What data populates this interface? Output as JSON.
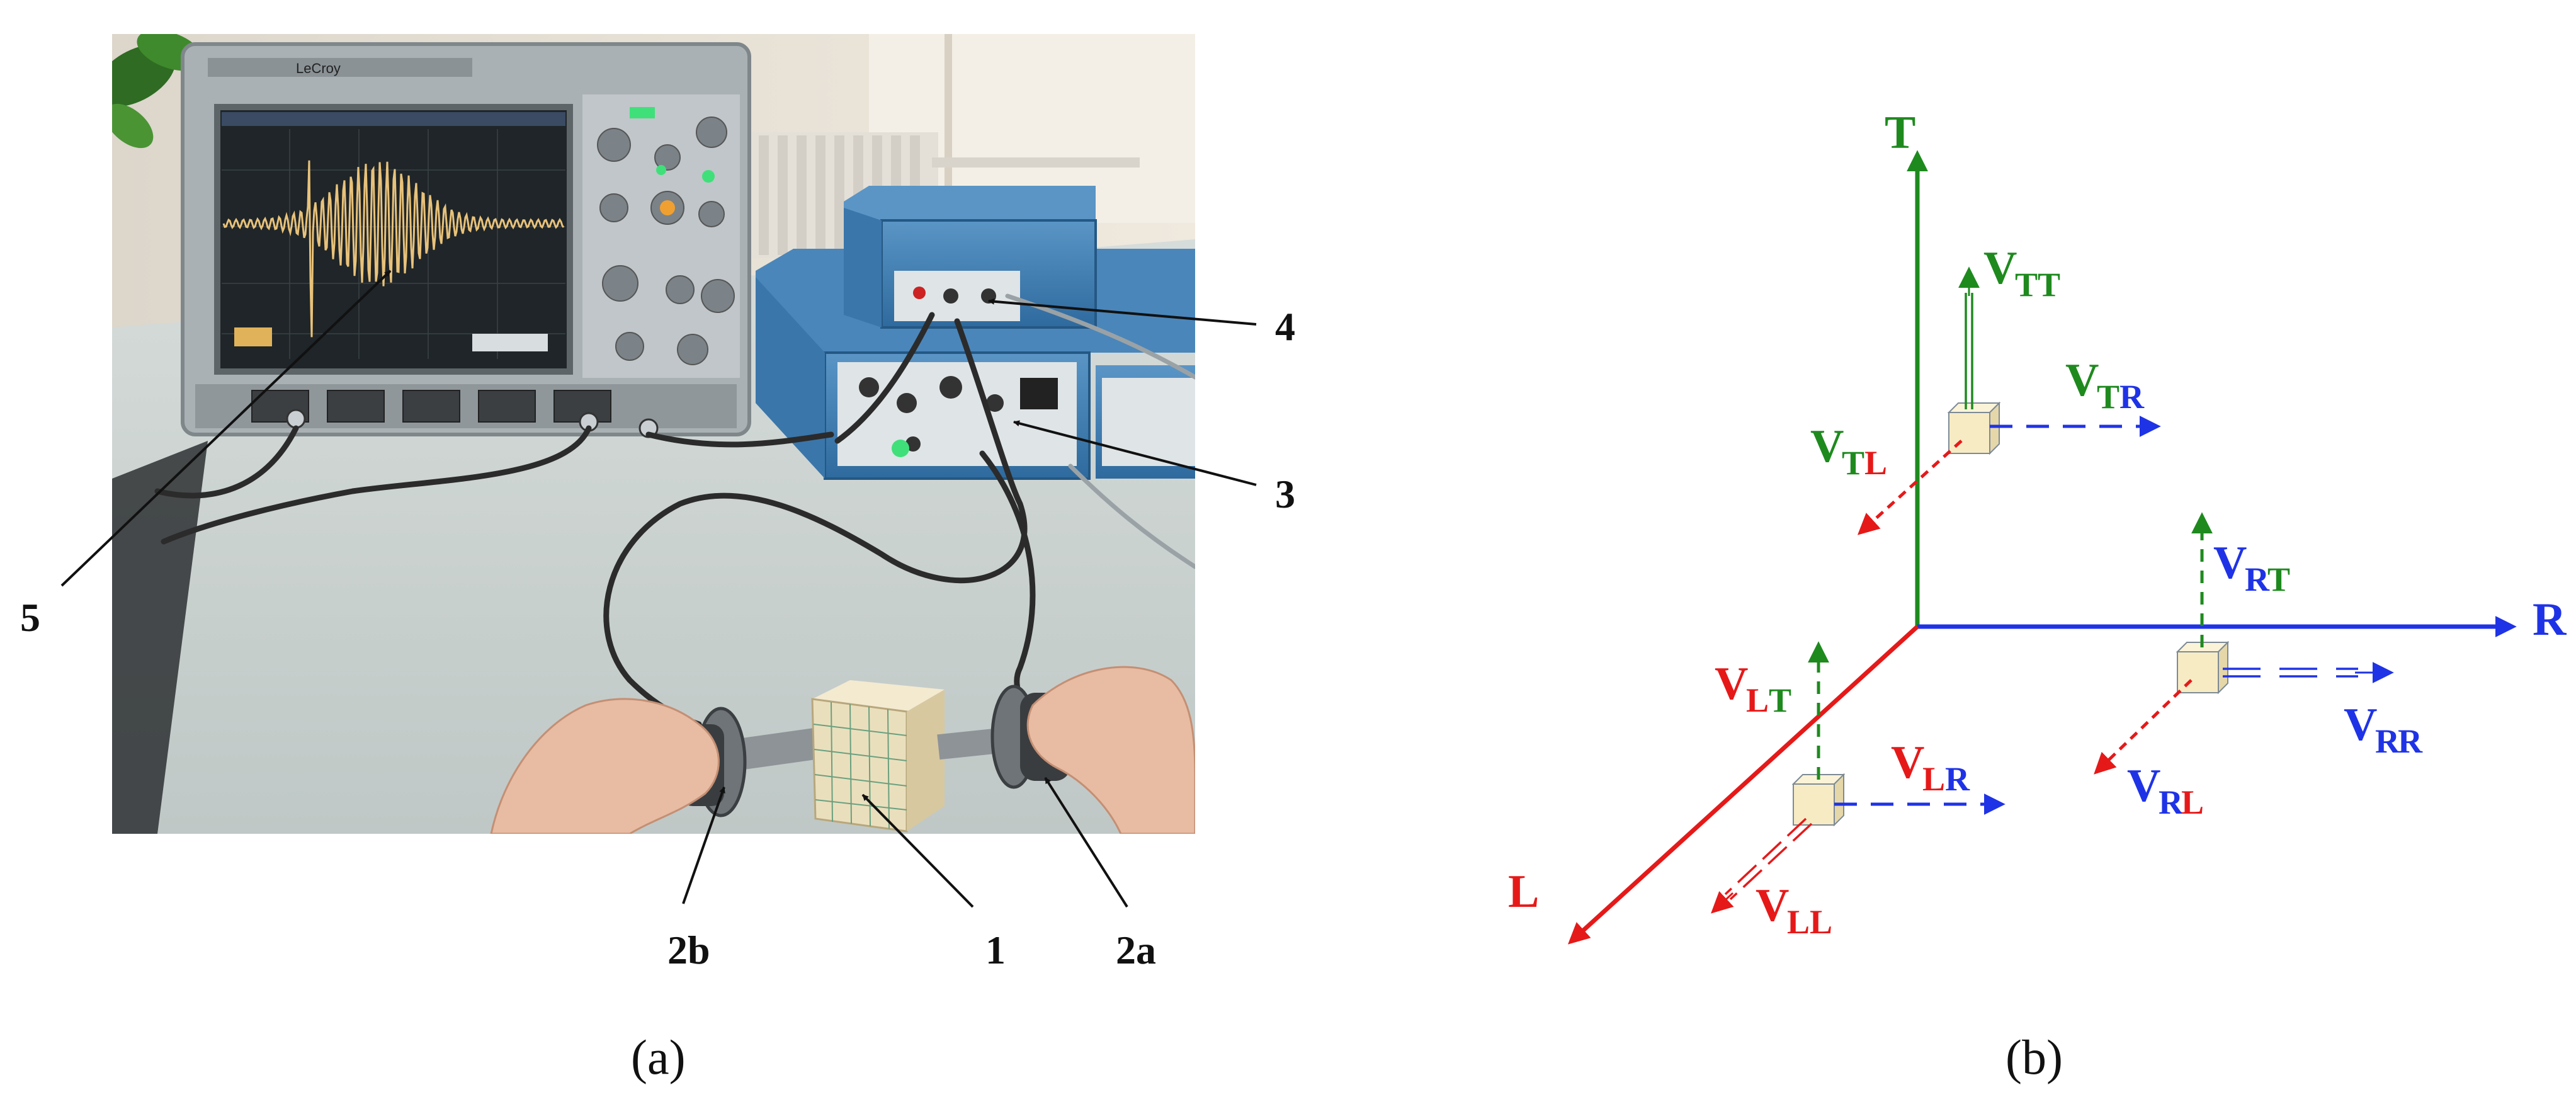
{
  "photo": {
    "callouts": [
      "1",
      "2a",
      "2b",
      "3",
      "4",
      "5"
    ],
    "scope_brand": "LeCroy",
    "colors": {
      "wall": "#e9e3d9",
      "desk": "#c9d1cf",
      "scope_body": "#a7aeb1",
      "scope_screen": "#2a2f33",
      "waveform": "#e8c27a",
      "unit_blue": "#3f7fb5",
      "cable": "#2b2b2b",
      "skin": "#e8bca2",
      "block": "#eadfbd"
    }
  },
  "diagram": {
    "axes": {
      "t": "T",
      "r": "R",
      "l": "L"
    },
    "labels": {
      "vtt": {
        "main": "V",
        "sub1": "T",
        "sub2": "T"
      },
      "vtr": {
        "main": "V",
        "sub1": "T",
        "sub2": "R"
      },
      "vtl": {
        "main": "V",
        "sub1": "T",
        "sub2": "L"
      },
      "vrt": {
        "main": "V",
        "sub1": "R",
        "sub2": "T"
      },
      "vrr": {
        "main": "V",
        "sub1": "R",
        "sub2": "R"
      },
      "vrl": {
        "main": "V",
        "sub1": "R",
        "sub2": "L"
      },
      "vlt": {
        "main": "V",
        "sub1": "L",
        "sub2": "T"
      },
      "vlr": {
        "main": "V",
        "sub1": "L",
        "sub2": "R"
      },
      "vll": {
        "main": "V",
        "sub1": "L",
        "sub2": "L"
      }
    },
    "colors": {
      "t": "#1e8a1e",
      "r": "#1f33e6",
      "l": "#e61919",
      "cube": "#f7ebc4"
    }
  },
  "captions": {
    "a": "(a)",
    "b": "(b)"
  }
}
